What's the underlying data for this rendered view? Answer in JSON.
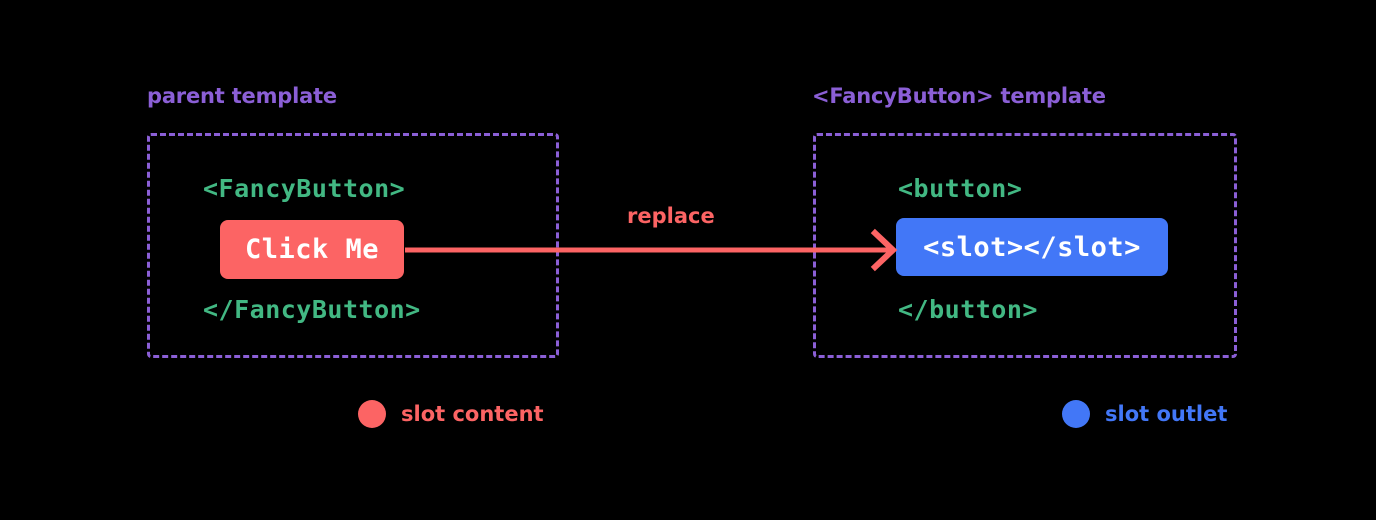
{
  "background_color": "#000000",
  "palette": {
    "purple": "#8b5fd6",
    "green": "#42b883",
    "red": "#fc6464",
    "blue": "#4277f7",
    "white": "#ffffff"
  },
  "panels": {
    "parent": {
      "caption": "parent template",
      "open_tag": "<FancyButton>",
      "close_tag": "</FancyButton>",
      "chip_label": "Click Me",
      "chip_color": "#fc6464",
      "border_color": "#8b5fd6",
      "border_style": "dashed"
    },
    "fancybutton": {
      "caption": "<FancyButton> template",
      "open_tag": "<button>",
      "close_tag": "</button>",
      "chip_label": "<slot></slot>",
      "chip_color": "#4277f7",
      "border_color": "#8b5fd6",
      "border_style": "dashed"
    }
  },
  "arrow": {
    "label": "replace",
    "color": "#fc6464",
    "direction": "left-to-right",
    "from": "Click Me",
    "to": "<slot></slot>"
  },
  "legend": {
    "items": [
      {
        "label": "slot content",
        "color": "#fc6464"
      },
      {
        "label": "slot outlet",
        "color": "#4277f7"
      }
    ]
  }
}
